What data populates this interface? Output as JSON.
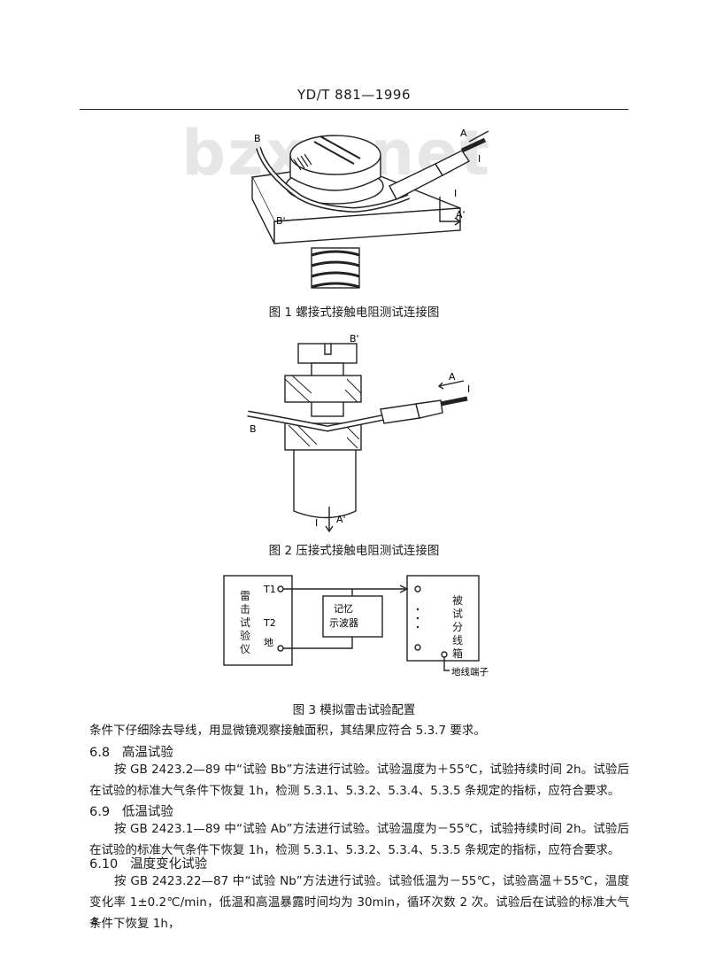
{
  "header": {
    "doc_code": "YD/T 881—1996"
  },
  "watermark": "bzxz.net",
  "figure1": {
    "caption": "图 1    螺接式接触电阻测试连接图",
    "labels": {
      "b": "B",
      "b_prime": "B'",
      "a": "A",
      "a_prime": "A'",
      "i_top": "I",
      "i_right": "I"
    }
  },
  "figure2": {
    "caption": "图 2    压接式接触电阻测试连接图",
    "labels": {
      "b": "B",
      "b_prime": "B'",
      "a": "A",
      "i_right": "I",
      "i_bottom": "I",
      "a_prime": "A'"
    }
  },
  "figure3": {
    "caption": "图 3    模拟雷击试验配置",
    "left_box_label": "雷击试验仪",
    "t1": "T1",
    "t2": "T2",
    "ground": "地",
    "middle_box_line1": "记忆",
    "middle_box_line2": "示波器",
    "right_box_label": "被试分线箱",
    "terminal_label": "地线端子"
  },
  "body": {
    "continuation": "条件下仔细除去导线，用显微镜观察接触面积，其结果应符合 5.3.7 要求。",
    "sections": [
      {
        "number": "6.8",
        "title": "高温试验",
        "text": "按 GB 2423.2—89 中“试验 Bb”方法进行试验。试验温度为＋55℃，试验持续时间 2h。试验后在试验的标准大气条件下恢复 1h，检测 5.3.1、5.3.2、5.3.4、5.3.5 条规定的指标，应符合要求。"
      },
      {
        "number": "6.9",
        "title": "低温试验",
        "text": "按 GB 2423.1—89 中“试验 Ab”方法进行试验。试验温度为－55℃，试验持续时间 2h。试验后在试验的标准大气条件下恢复 1h，检测 5.3.1、5.3.2、5.3.4、5.3.5 条规定的指标，应符合要求。"
      },
      {
        "number": "6.10",
        "title": "温度变化试验",
        "text": "按 GB 2423.22—87 中“试验 Nb”方法进行试验。试验低温为－55℃，试验高温＋55℃，温度变化率 1±0.2℃/min，低温和高温暴露时间均为 30min，循环次数 2 次。试验后在试验的标准大气条件下恢复 1h，"
      }
    ]
  },
  "page_number": "4"
}
